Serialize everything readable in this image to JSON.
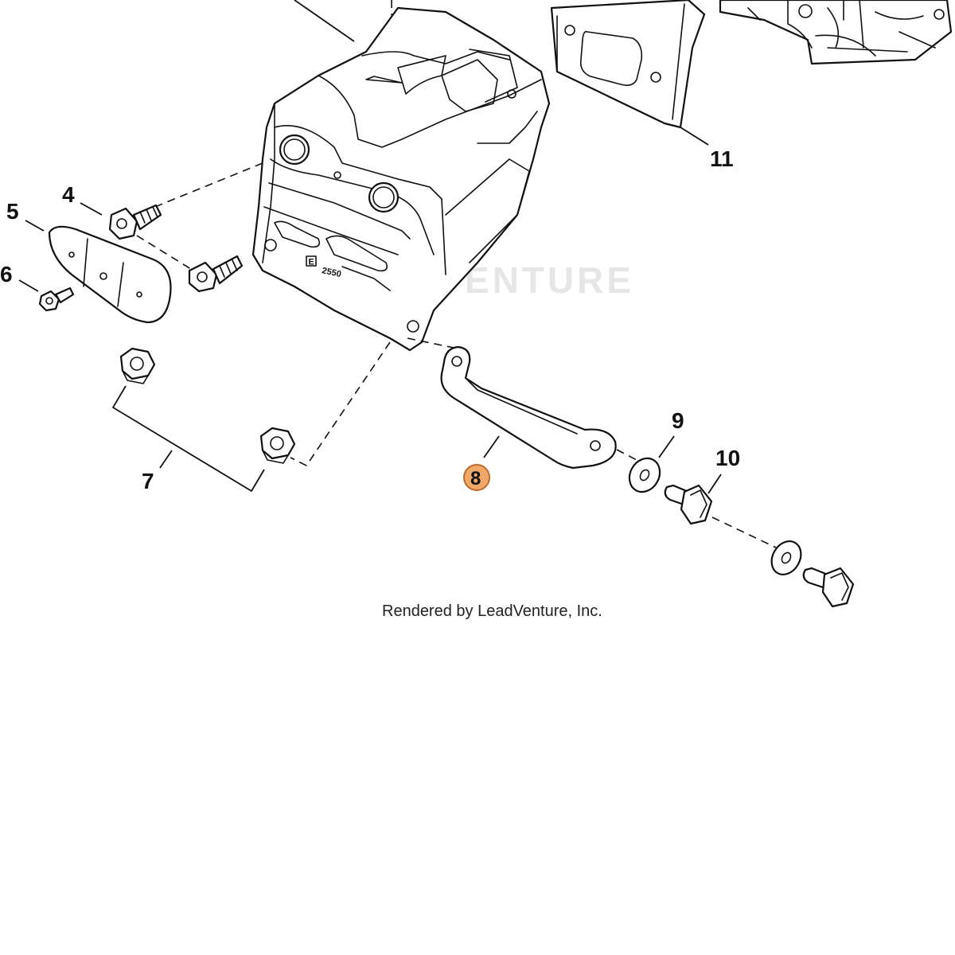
{
  "diagram": {
    "callouts": {
      "c4": "4",
      "c5": "5",
      "c6": "6",
      "c7": "7",
      "c8": "8",
      "c9": "9",
      "c10": "10",
      "c11": "11"
    },
    "highlighted_callout": "8",
    "housing_marking": "2550",
    "housing_letter": "E",
    "watermark": "LEADVENTURE",
    "credit": "Rendered by LeadVenture, Inc.",
    "colors": {
      "highlight_fill": "#f0a868",
      "highlight_stroke": "#c06a28",
      "line": "#111111",
      "watermark": "#e6e6e6"
    }
  }
}
